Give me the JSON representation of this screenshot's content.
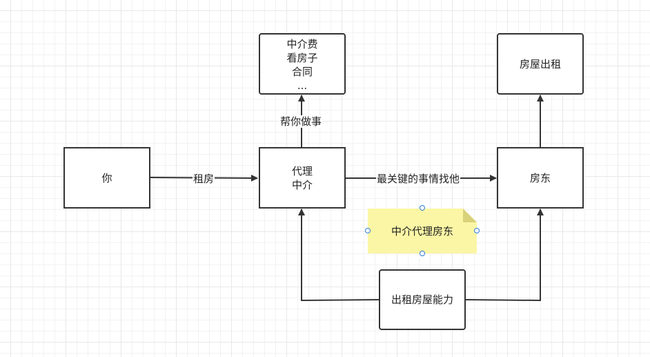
{
  "nodes": {
    "you": "你",
    "agent": "代理\n中介",
    "agent_tasks": "中介费\n看房子\n合同\n...",
    "landlord": "房东",
    "rent_house": "房屋出租",
    "rent_ability": "出租房屋能力"
  },
  "edges": {
    "rent": "租房",
    "help_you": "帮你做事",
    "key_thing": "最关键的事情找他"
  },
  "note": {
    "text": "中介代理房东",
    "fill_color": "#fbf6a5",
    "fold_color": "#d9d27a"
  },
  "colors": {
    "stroke": "#333333",
    "handle": "#2b7bd6"
  }
}
